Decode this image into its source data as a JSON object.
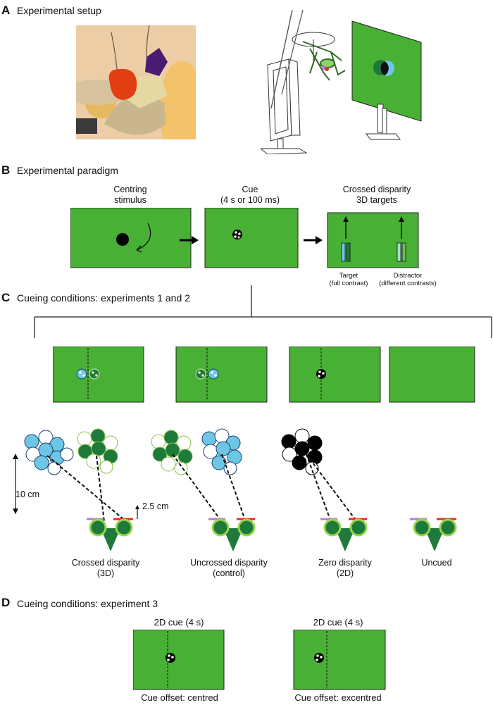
{
  "sections": {
    "a": {
      "letter": "A",
      "title": "Experimental setup"
    },
    "b": {
      "letter": "B",
      "title": "Experimental paradigm",
      "steps": [
        {
          "label1": "Centring",
          "label2": "stimulus"
        },
        {
          "label1": "Cue",
          "label2": "(4 s or 100 ms)"
        },
        {
          "label1": "Crossed disparity",
          "label2": "3D targets"
        }
      ],
      "target": {
        "l1": "Target",
        "l2": "(full contrast)"
      },
      "distractor": {
        "l1": "Distractor",
        "l2": "(different contrasts)"
      }
    },
    "c": {
      "letter": "C",
      "title": "Cueing conditions: experiments 1 and 2",
      "conditions": [
        {
          "l1": "Crossed disparity",
          "l2": "(3D)"
        },
        {
          "l1": "Uncrossed disparity",
          "l2": "(control)"
        },
        {
          "l1": "Zero disparity",
          "l2": "(2D)"
        },
        {
          "l1": "Uncued",
          "l2": ""
        }
      ],
      "scale_10": "10 cm",
      "scale_25": "2.5 cm"
    },
    "d": {
      "letter": "D",
      "title": "Cueing conditions: experiment 3",
      "panels": [
        {
          "top": "2D cue (4 s)",
          "bottom": "Cue offset: centred"
        },
        {
          "top": "2D cue (4 s)",
          "bottom": "Cue offset: excentred"
        }
      ]
    }
  },
  "colors": {
    "screen_green": "#48b034",
    "dark_green": "#1e7a3a",
    "light_blue": "#6ec6e6",
    "purple": "#b37fd1",
    "red": "#e0332b"
  }
}
